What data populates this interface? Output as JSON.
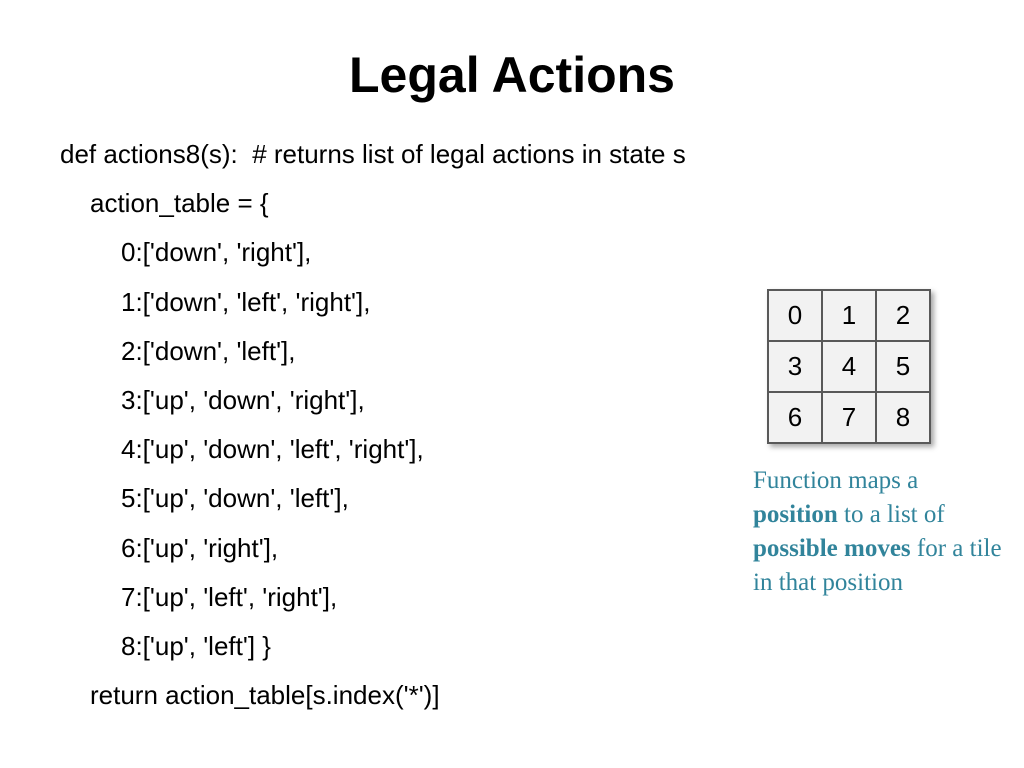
{
  "title": "Legal Actions",
  "code": {
    "lines": [
      "def actions8(s):  # returns list of legal actions in state s",
      "action_table = {",
      "0:['down', 'right'],",
      "1:['down', 'left', 'right'],",
      "2:['down', 'left'],",
      "3:['up', 'down', 'right'],",
      "4:['up', 'down', 'left', 'right'],",
      "5:['up', 'down', 'left'],",
      "6:['up', 'right'],",
      "7:['up', 'left', 'right'],",
      "8:['up', 'left'] }",
      "return action_table[s.index('*')]"
    ]
  },
  "grid": {
    "cells": [
      "0",
      "1",
      "2",
      "3",
      "4",
      "5",
      "6",
      "7",
      "8"
    ]
  },
  "note": {
    "t1": "Function maps a ",
    "b1": "position",
    "t2": " to a list of ",
    "b2": "possible moves",
    "t3": " for a tile in that position"
  },
  "colors": {
    "note_text": "#31849b",
    "grid_fill": "#f2f2f2",
    "grid_border": "#595959"
  }
}
